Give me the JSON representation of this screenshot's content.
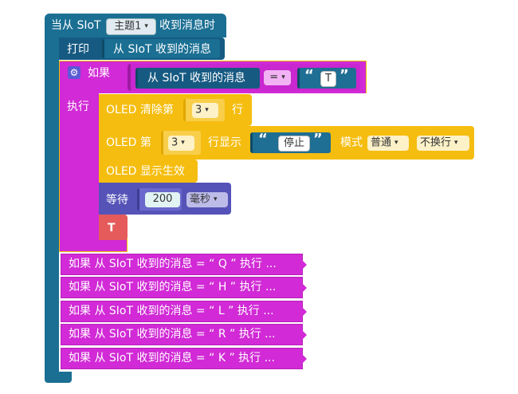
{
  "event_block": {
    "prefix": "当从 SIoT",
    "topic": "主题1",
    "suffix": "收到消息时"
  },
  "print_block": {
    "label": "打印",
    "value_label": "从 SIoT 收到的消息"
  },
  "if_block": {
    "if_label": "如果",
    "condition_source": "从 SIoT 收到的消息",
    "operator": "=",
    "compare_value": "T",
    "then_label": "执行"
  },
  "oled_clear": {
    "label": "OLED 清除第",
    "line": "3",
    "suffix": "行"
  },
  "oled_line_display": {
    "prefix": "OLED 第",
    "line": "3",
    "middle": "行显示",
    "text": "停止",
    "mode_label": "模式",
    "mode": "普通",
    "wrap": "不换行"
  },
  "oled_show": {
    "label": "OLED 显示生效"
  },
  "wait_block": {
    "label": "等待",
    "value": "200",
    "unit": "毫秒"
  },
  "t_block": {
    "label": "T"
  },
  "quote_open": "“",
  "quote_close": "”",
  "collapsed_blocks": [
    {
      "text": "如果 从 SIoT 收到的消息 = “ Q ” 执行 ..."
    },
    {
      "text": "如果 从 SIoT 收到的消息 = “ H ” 执行 ..."
    },
    {
      "text": "如果 从 SIoT 收到的消息 = “ L ” 执行 ..."
    },
    {
      "text": "如果 从 SIoT 收到的消息 = “ R ” 执行 ..."
    },
    {
      "text": "如果 从 SIoT 收到的消息 = “ K ” 执行 ..."
    }
  ],
  "colors": {
    "event": "#1a6f93",
    "if": "#d12ad6",
    "oled": "#f5bd0f",
    "wait": "#5553b8",
    "t_block": "#e55b5b"
  }
}
